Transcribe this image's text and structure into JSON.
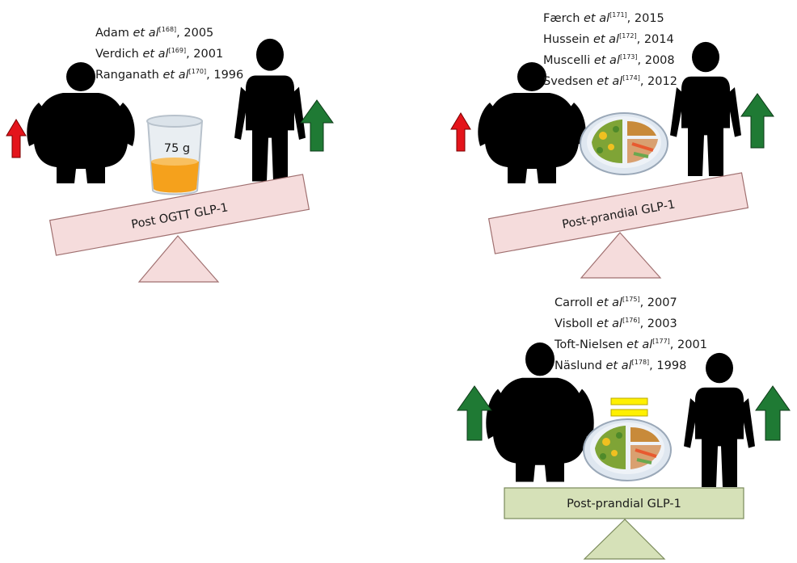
{
  "panel_a": {
    "references": [
      {
        "author": "Adam",
        "etal": "et al",
        "ref": "[168]",
        "year": ", 2005"
      },
      {
        "author": "Verdich",
        "etal": "et al",
        "ref": "[169]",
        "year": ", 2001"
      },
      {
        "author": "Ranganath",
        "etal": "et al",
        "ref": "[170]",
        "year": ", 1996"
      }
    ],
    "glass_label": "75 g",
    "beam_label": "Post OGTT GLP-1"
  },
  "panel_b": {
    "references": [
      {
        "author": "Færch",
        "etal": "et al",
        "ref": "[171]",
        "year": ", 2015"
      },
      {
        "author": "Hussein",
        "etal": "et al",
        "ref": "[172]",
        "year": ", 2014"
      },
      {
        "author": "Muscelli",
        "etal": "et al",
        "ref": "[173]",
        "year": ", 2008"
      },
      {
        "author": "Svedsen",
        "etal": "et al",
        "ref": "[174]",
        "year": ", 2012"
      }
    ],
    "beam_label": "Post-prandial GLP-1"
  },
  "panel_c": {
    "references": [
      {
        "author": "Carroll",
        "etal": "et al",
        "ref": "[175]",
        "year": ", 2007"
      },
      {
        "author": "Visboll",
        "etal": "et al",
        "ref": "[176]",
        "year": ", 2003"
      },
      {
        "author": "Toft-Nielsen",
        "etal": "et al",
        "ref": "[177]",
        "year": ", 2001"
      },
      {
        "author": "Näslund",
        "etal": "et al",
        "ref": "[178]",
        "year": ", 1998"
      }
    ],
    "beam_label": "Post-prandial GLP-1"
  },
  "colors": {
    "arrow_up_small": "#e4141b",
    "arrow_up": "#1f7a34",
    "beam_tilted": "#f5dcdc",
    "fulcrum_tilted": "#f5dcdc",
    "beam_level": "#d6e1b8",
    "fulcrum_level": "#d6e1b8",
    "equals_sign": "#fff000",
    "silhouette": "#000000"
  }
}
